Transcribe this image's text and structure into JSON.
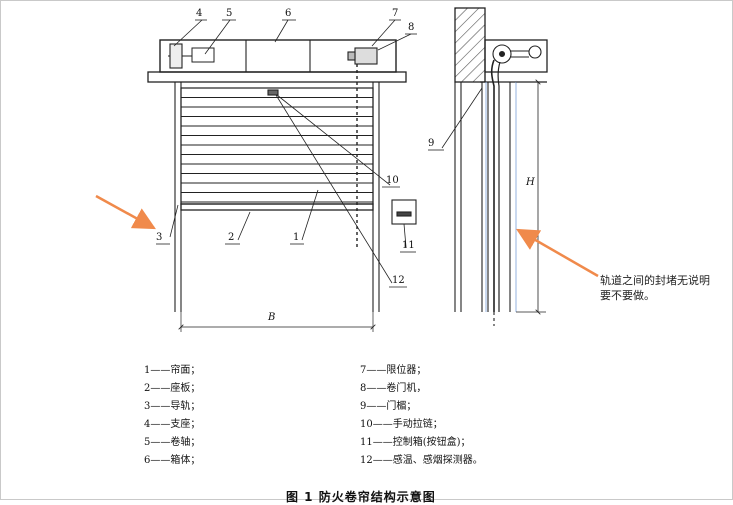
{
  "labels": {
    "l1": "1",
    "l2": "2",
    "l3": "3",
    "l4": "4",
    "l5": "5",
    "l6": "6",
    "l7": "7",
    "l8": "8",
    "l9": "9",
    "l10": "10",
    "l11": "11",
    "l12": "12",
    "width": "B",
    "height": "H"
  },
  "annotation": "轨道之间的封堵无说明要不要做。",
  "legend_left": [
    "1——帘面；",
    "2——座板；",
    "3——导轨；",
    "4——支座；",
    "5——卷轴；",
    "6——箱体；"
  ],
  "legend_right": [
    "7——限位器；",
    "8——卷门机，",
    "9——门楣；",
    "10——手动拉链；",
    "11——控制箱(按钮盒)；",
    "12——感温、感烟探测器。"
  ],
  "caption": "图 1  防火卷帘结构示意图",
  "colors": {
    "arrow": "#f08a4b",
    "line": "#222222",
    "hatch": "#555555"
  }
}
